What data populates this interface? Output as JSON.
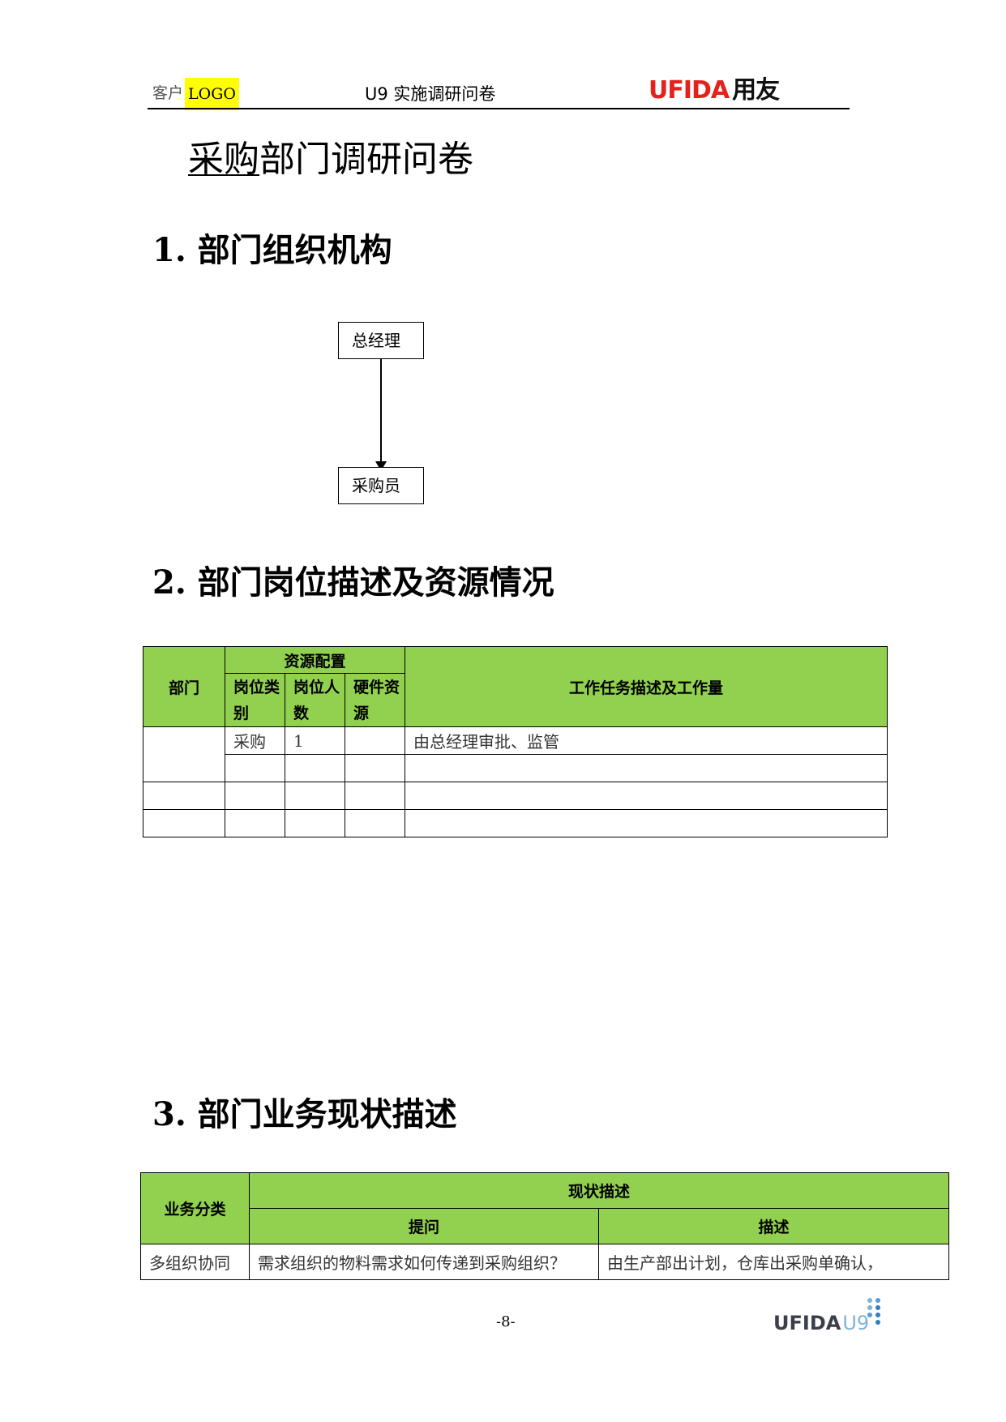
{
  "header": {
    "client_label": "客户",
    "logo_placeholder": "LOGO",
    "doc_title": "U9 实施调研问卷",
    "brand_latin": "UFIDA",
    "brand_cn": "用友"
  },
  "title": {
    "underlined": "采购",
    "rest": "部门调研问卷"
  },
  "sections": {
    "s1": "1. 部门组织机构",
    "s2": "2. 部门岗位描述及资源情况",
    "s3": "3. 部门业务现状描述"
  },
  "org_chart": {
    "top": "总经理",
    "bottom": "采购员"
  },
  "staff_table": {
    "headers": {
      "dept": "部门",
      "resource_group": "资源配置",
      "post_type": "岗位类别",
      "post_count": "岗位人数",
      "hardware": "硬件资源",
      "task": "工作任务描述及工作量"
    },
    "rows": [
      {
        "post_type": "采购",
        "post_count": "1",
        "hardware": "",
        "task": "由总经理审批、监管"
      }
    ]
  },
  "status_table": {
    "headers": {
      "category": "业务分类",
      "status_group": "现状描述",
      "question": "提问",
      "description": "描述"
    },
    "rows": [
      {
        "category": "多组织协同",
        "question": "需求组织的物料需求如何传递到采购组织？",
        "description": "由生产部出计划，仓库出采购单确认，"
      }
    ]
  },
  "footer": {
    "page_number": "-8-",
    "brand_latin": "UFIDA",
    "brand_product": "U9"
  }
}
